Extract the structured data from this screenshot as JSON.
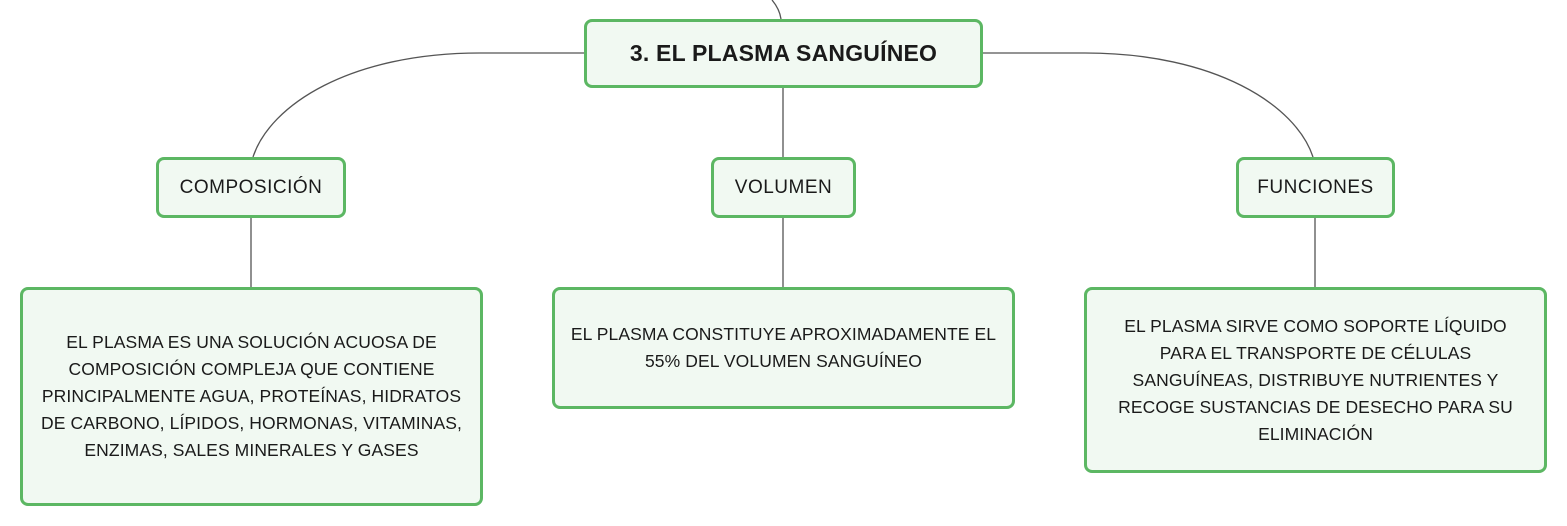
{
  "colors": {
    "node_border": "#5cb763",
    "node_fill": "#f1f9f2",
    "connector": "#555555",
    "text": "#1a1a1a"
  },
  "root": {
    "label": "3. EL PLASMA SANGUÍNEO"
  },
  "branches": [
    {
      "label": "COMPOSICIÓN",
      "detail": "EL PLASMA ES UNA SOLUCIÓN ACUOSA DE COMPOSICIÓN COMPLEJA QUE CONTIENE PRINCIPALMENTE AGUA, PROTEÍNAS, HIDRATOS DE CARBONO, LÍPIDOS, HORMONAS, VITAMINAS, ENZIMAS, SALES MINERALES Y GASES"
    },
    {
      "label": "VOLUMEN",
      "detail": "EL PLASMA CONSTITUYE APROXIMADAMENTE EL 55% DEL VOLUMEN SANGUÍNEO"
    },
    {
      "label": "FUNCIONES",
      "detail": "EL PLASMA SIRVE COMO SOPORTE LÍQUIDO PARA EL TRANSPORTE DE CÉLULAS SANGUÍNEAS, DISTRIBUYE NUTRIENTES Y RECOGE SUSTANCIAS DE DESECHO PARA SU ELIMINACIÓN"
    }
  ]
}
